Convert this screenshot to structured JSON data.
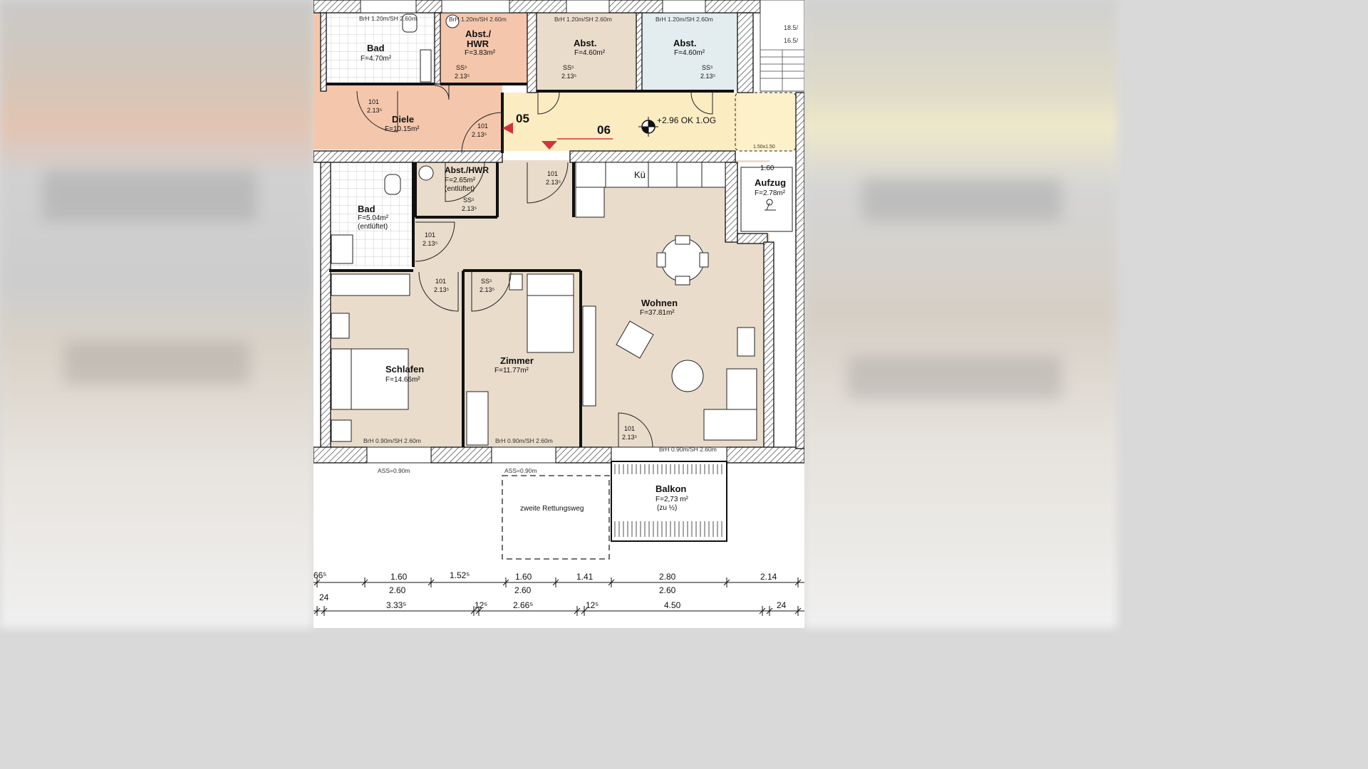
{
  "rooms": {
    "bad_top": {
      "name": "Bad",
      "area": "F=4.70m²"
    },
    "abst_hwr_top": {
      "name": "Abst./",
      "name2": "HWR",
      "area": "F=3.83m²"
    },
    "abst_1": {
      "name": "Abst.",
      "area": "F=4.60m²"
    },
    "abst_2": {
      "name": "Abst.",
      "area": "F=4.60m²"
    },
    "diele": {
      "name": "Diele",
      "area": "F=10.15m²"
    },
    "abst_hwr": {
      "name": "Abst./HWR",
      "area": "F=2.65m²",
      "note": "(entlüftet)"
    },
    "bad": {
      "name": "Bad",
      "area": "F=5.04m²",
      "note": "(entlüftet)"
    },
    "aufzug": {
      "name": "Aufzug",
      "area": "F=2.78m²"
    },
    "kueche": {
      "name": "Kü"
    },
    "wohnen": {
      "name": "Wohnen",
      "area": "F=37.81m²"
    },
    "schlafen": {
      "name": "Schlafen",
      "area": "F=14.66m²"
    },
    "zimmer": {
      "name": "Zimmer",
      "area": "F=11.77m²"
    },
    "balkon": {
      "name": "Balkon",
      "area": "F=2,73 m²",
      "note": "(zu ½)"
    }
  },
  "doors": {
    "d101_top": {
      "num": "101",
      "height": "2.13⁵"
    },
    "d101_diele": {
      "num": "101",
      "height": "2.13⁵"
    },
    "d101_corr": {
      "num": "101",
      "height": "2.13⁵"
    },
    "d101_bad": {
      "num": "101",
      "height": "2.13⁵"
    },
    "d101_schlaf": {
      "num": "101",
      "height": "2.13⁵"
    },
    "d101_wohnen": {
      "num": "101",
      "height": "2.13⁵"
    },
    "ss_hwr_top": {
      "num": "SS⁵",
      "height": "2.13⁵"
    },
    "ss_abst1": {
      "num": "SS⁵",
      "height": "2.13⁵"
    },
    "ss_abst2": {
      "num": "SS⁵",
      "height": "2.13⁵"
    },
    "ss_hwr": {
      "num": "SS⁵",
      "height": "2.13⁵"
    },
    "ss_zimmer": {
      "num": "SS⁵",
      "height": "2.13⁵"
    }
  },
  "windows": {
    "w_top1": "BrH 1.20m/SH 2.60m",
    "w_top2": "BrH 1.20m/SH 2.60m",
    "w_top3": "BrH 1.20m/SH 2.60m",
    "w_top4": "BrH 1.20m/SH 2.60m",
    "w_bot1": "BrH 0.90m/SH 2.60m",
    "w_bot2": "BrH 0.90m/SH 2.60m",
    "w_bot3": "BrH 0.90m/SH 2.60m",
    "ass1": "ASS=0.90m",
    "ass2": "ASS=0.90m"
  },
  "labels": {
    "unit_05": "05",
    "unit_06": "06",
    "level": "+2.96 OK 1.OG",
    "lift_size": "1.50x1.50",
    "lift_width": "1.60",
    "rettungsweg": "zweite Rettungsweg",
    "stair_1": "18.5/",
    "stair_2": "16.5/"
  },
  "dimensions": {
    "row1": [
      {
        "label": "66⁵"
      },
      {
        "label": "1.60"
      },
      {
        "label": "1.52⁵"
      },
      {
        "label": "1.60"
      },
      {
        "label": "1.41"
      },
      {
        "label": "2.80"
      },
      {
        "label": "2.14"
      }
    ],
    "row2": [
      {
        "label": "2.60"
      },
      {
        "label": "2.60"
      },
      {
        "label": "2.60"
      }
    ],
    "row3": [
      {
        "label": "24"
      },
      {
        "label": "3.33⁵"
      },
      {
        "label": "12⁵"
      },
      {
        "label": "2.66⁵"
      },
      {
        "label": "12⁵"
      },
      {
        "label": "4.50"
      },
      {
        "label": "24"
      }
    ]
  },
  "colors": {
    "unit05": "#f4c7ad",
    "unit06": "#eadccb",
    "corridor": "#fcecc2",
    "lift": "#fcf1c8",
    "abst_blue": "#e3ecee",
    "wall": "#1a1a1a",
    "marker": "#d0343a"
  }
}
